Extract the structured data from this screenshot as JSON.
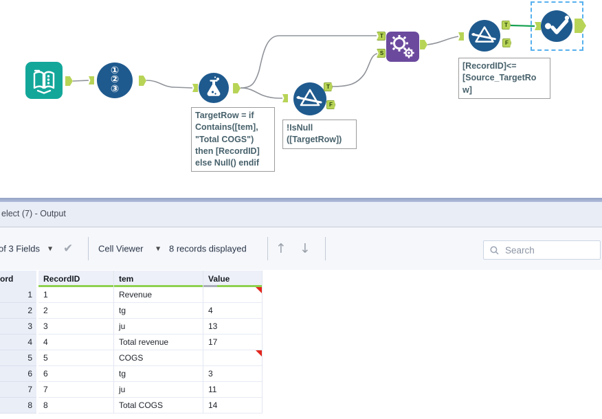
{
  "colors": {
    "tool_blue": "#1f5a8e",
    "input_teal": "#13a79a",
    "append_purple": "#6b4a9e",
    "anchor_green": "#b8d457",
    "selected_wire_green": "#129f4f",
    "selection_blue": "#55b0ee",
    "header_underline_green": "#8ed04e",
    "null_flag_red": "#e3261d"
  },
  "canvas": {
    "record_id_glyphs": "①\n②\n③",
    "anchors": {
      "t": "T",
      "f": "F",
      "s": "S"
    },
    "annotations": {
      "formula": "TargetRow = if\nContains([tem],\n\"Total COGS\")\nthen [RecordID]\nelse Null() endif",
      "filter1": "!IsNull\n([TargetRow])",
      "filter2": "[RecordID]<=\n[Source_TargetRo\nw]"
    }
  },
  "results": {
    "title": "elect (7) - Output",
    "toolbar": {
      "fields": "of 3 Fields",
      "cell_viewer": "Cell Viewer",
      "records_displayed": "8 records displayed",
      "search_placeholder": "Search"
    },
    "table": {
      "record_col_header": "ord",
      "columns": [
        "RecordID",
        "tem",
        "Value"
      ],
      "rows": [
        {
          "num": "1",
          "recordid": "1",
          "item": "Revenue",
          "value": ""
        },
        {
          "num": "2",
          "recordid": "2",
          "item": "tg",
          "value": "4"
        },
        {
          "num": "3",
          "recordid": "3",
          "item": "ju",
          "value": "13"
        },
        {
          "num": "4",
          "recordid": "4",
          "item": "Total revenue",
          "value": "17"
        },
        {
          "num": "5",
          "recordid": "5",
          "item": "COGS",
          "value": ""
        },
        {
          "num": "6",
          "recordid": "6",
          "item": "tg",
          "value": "3"
        },
        {
          "num": "7",
          "recordid": "7",
          "item": "ju",
          "value": "11"
        },
        {
          "num": "8",
          "recordid": "8",
          "item": "Total COGS",
          "value": "14"
        }
      ]
    }
  }
}
